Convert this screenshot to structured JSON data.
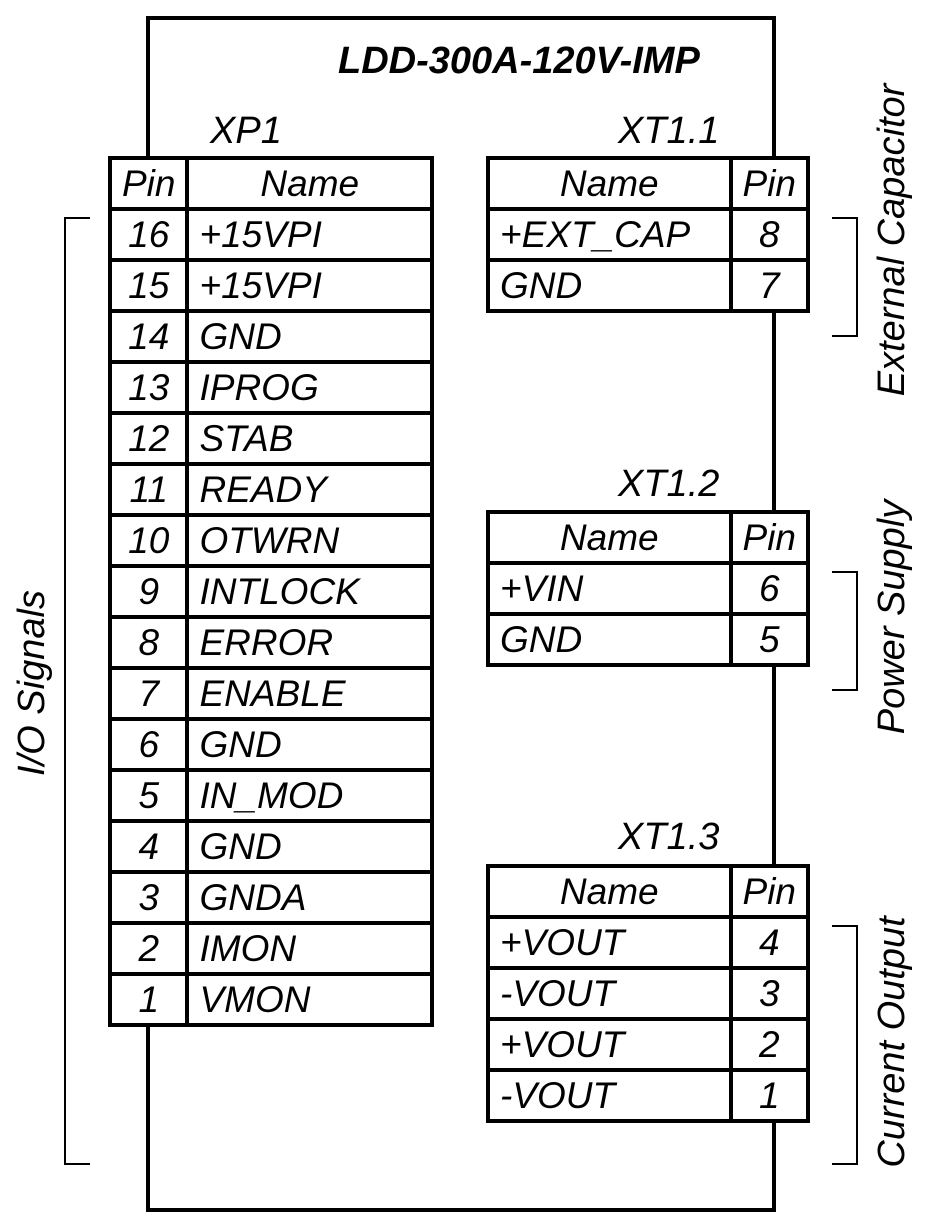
{
  "module": {
    "title": "LDD-300A-120V-IMP"
  },
  "xp1": {
    "label": "XP1",
    "header": {
      "pin": "Pin",
      "name": "Name"
    },
    "rows": [
      {
        "pin": "16",
        "name": "+15VPI"
      },
      {
        "pin": "15",
        "name": "+15VPI"
      },
      {
        "pin": "14",
        "name": "GND"
      },
      {
        "pin": "13",
        "name": "IPROG"
      },
      {
        "pin": "12",
        "name": "STAB"
      },
      {
        "pin": "11",
        "name": "READY"
      },
      {
        "pin": "10",
        "name": "OTWRN"
      },
      {
        "pin": "9",
        "name": "INTLOCK"
      },
      {
        "pin": "8",
        "name": "ERROR"
      },
      {
        "pin": "7",
        "name": "ENABLE"
      },
      {
        "pin": "6",
        "name": "GND"
      },
      {
        "pin": "5",
        "name": "IN_MOD"
      },
      {
        "pin": "4",
        "name": "GND"
      },
      {
        "pin": "3",
        "name": "GNDA"
      },
      {
        "pin": "2",
        "name": "IMON"
      },
      {
        "pin": "1",
        "name": "VMON"
      }
    ]
  },
  "xt11": {
    "label": "XT1.1",
    "header": {
      "name": "Name",
      "pin": "Pin"
    },
    "rows": [
      {
        "name": "+EXT_CAP",
        "pin": "8"
      },
      {
        "name": "GND",
        "pin": "7"
      }
    ]
  },
  "xt12": {
    "label": "XT1.2",
    "header": {
      "name": "Name",
      "pin": "Pin"
    },
    "rows": [
      {
        "name": "+VIN",
        "pin": "6"
      },
      {
        "name": "GND",
        "pin": "5"
      }
    ]
  },
  "xt13": {
    "label": "XT1.3",
    "header": {
      "name": "Name",
      "pin": "Pin"
    },
    "rows": [
      {
        "name": "+VOUT",
        "pin": "4"
      },
      {
        "name": "-VOUT",
        "pin": "3"
      },
      {
        "name": "+VOUT",
        "pin": "2"
      },
      {
        "name": "-VOUT",
        "pin": "1"
      }
    ]
  },
  "groups": {
    "io_signals": "I/O Signals",
    "external_capacitor": "External Capacitor",
    "power_supply": "Power Supply",
    "current_output": "Current Output"
  }
}
